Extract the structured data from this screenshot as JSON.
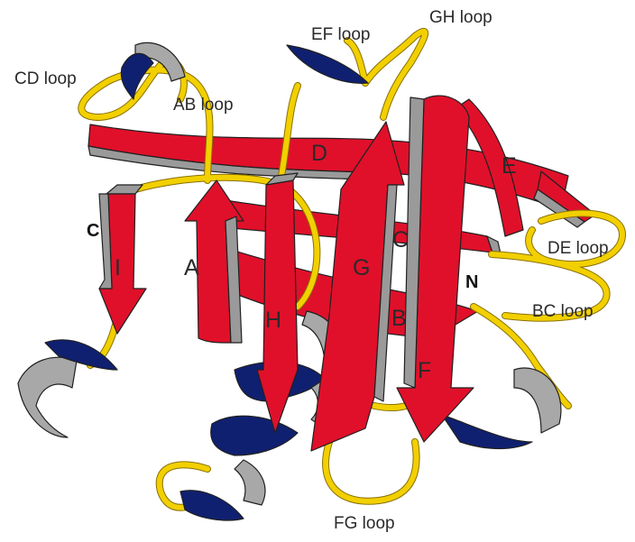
{
  "colors": {
    "strand": "#e0102a",
    "strand_edge": "#9a9a9a",
    "helix_front": "#102070",
    "helix_back": "#a8a8a8",
    "loop": "#f2d000",
    "loop_edge": "#8a7000",
    "outline": "#202020"
  },
  "strands": [
    "A",
    "B",
    "C",
    "D",
    "E",
    "F",
    "G",
    "H",
    "I"
  ],
  "loops": {
    "ab": "AB loop",
    "bc": "BC loop",
    "cd": "CD loop",
    "de": "DE loop",
    "ef": "EF loop",
    "fg": "FG loop",
    "gh": "GH loop"
  },
  "termini": {
    "n": "N",
    "c": "C"
  }
}
